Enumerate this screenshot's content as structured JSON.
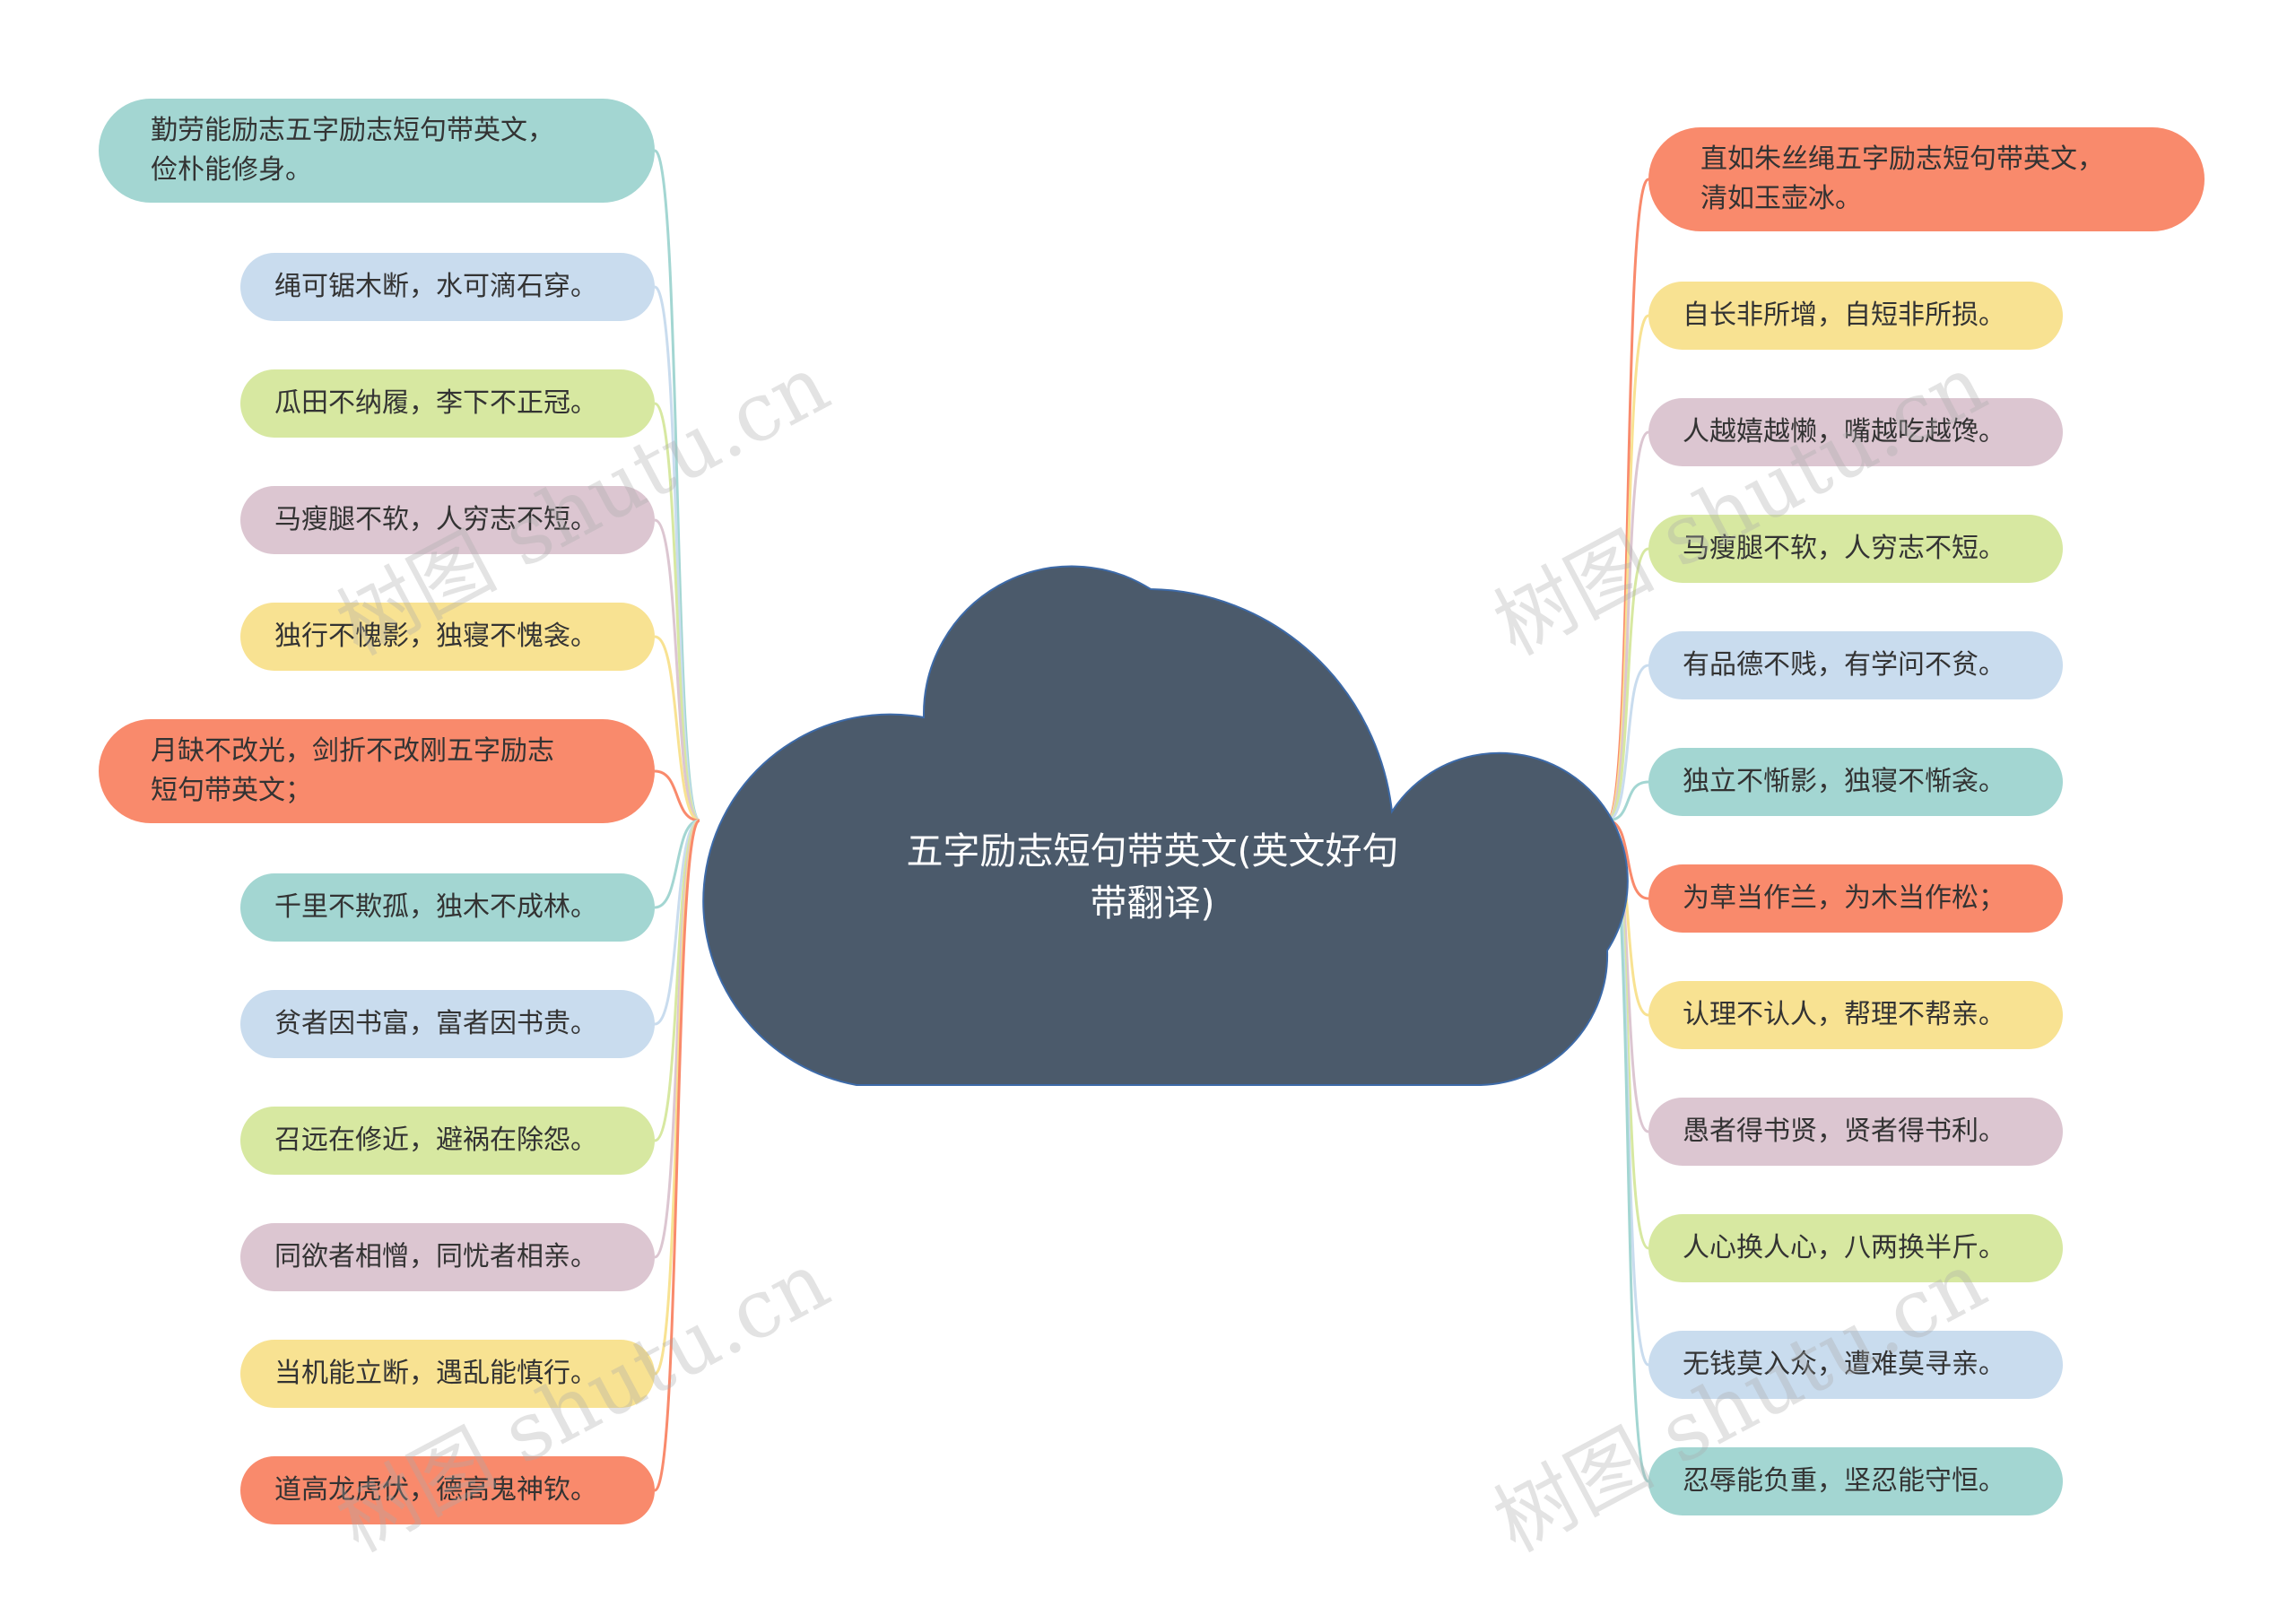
{
  "center": {
    "title": "五字励志短句带英文(英文好句带翻译)",
    "color": "#4b5a6b"
  },
  "palette": {
    "teal": "#a3d6d2",
    "blue": "#c9dcee",
    "green": "#d7e8a1",
    "mauve": "#dcc6d1",
    "yellow": "#f8e292",
    "orange": "#f98a6c"
  },
  "left_branches": [
    {
      "text": "勤劳能励志五字励志短句带英文，\n俭朴能修身。",
      "color": "teal"
    },
    {
      "text": "绳可锯木断，水可滴石穿。",
      "color": "blue"
    },
    {
      "text": "瓜田不纳履，李下不正冠。",
      "color": "green"
    },
    {
      "text": "马瘦腿不软，人穷志不短。",
      "color": "mauve"
    },
    {
      "text": "独行不愧影，独寝不愧衾。",
      "color": "yellow"
    },
    {
      "text": "月缺不改光，剑折不改刚五字励志\n短句带英文；",
      "color": "orange"
    },
    {
      "text": "千里不欺孤，独木不成林。",
      "color": "teal"
    },
    {
      "text": "贫者因书富，富者因书贵。",
      "color": "blue"
    },
    {
      "text": "召远在修近，避祸在除怨。",
      "color": "green"
    },
    {
      "text": "同欲者相憎，同忧者相亲。",
      "color": "mauve"
    },
    {
      "text": "当机能立断，遇乱能慎行。",
      "color": "yellow"
    },
    {
      "text": "道高龙虎伏，德高鬼神钦。",
      "color": "orange"
    }
  ],
  "right_branches": [
    {
      "text": "直如朱丝绳五字励志短句带英文，\n清如玉壶冰。",
      "color": "orange"
    },
    {
      "text": "自长非所增，自短非所损。",
      "color": "yellow"
    },
    {
      "text": "人越嬉越懒，嘴越吃越馋。",
      "color": "mauve"
    },
    {
      "text": "马瘦腿不软，人穷志不短。",
      "color": "green"
    },
    {
      "text": "有品德不贱，有学问不贫。",
      "color": "blue"
    },
    {
      "text": "独立不惭影，独寝不惭衾。",
      "color": "teal"
    },
    {
      "text": "为草当作兰，为木当作松；",
      "color": "orange"
    },
    {
      "text": "认理不认人，帮理不帮亲。",
      "color": "yellow"
    },
    {
      "text": "愚者得书贤，贤者得书利。",
      "color": "mauve"
    },
    {
      "text": "人心换人心，八两换半斤。",
      "color": "green"
    },
    {
      "text": "无钱莫入众，遭难莫寻亲。",
      "color": "blue"
    },
    {
      "text": "忍辱能负重，坚忍能守恒。",
      "color": "teal"
    }
  ],
  "watermark": "树图 shutu.cn"
}
